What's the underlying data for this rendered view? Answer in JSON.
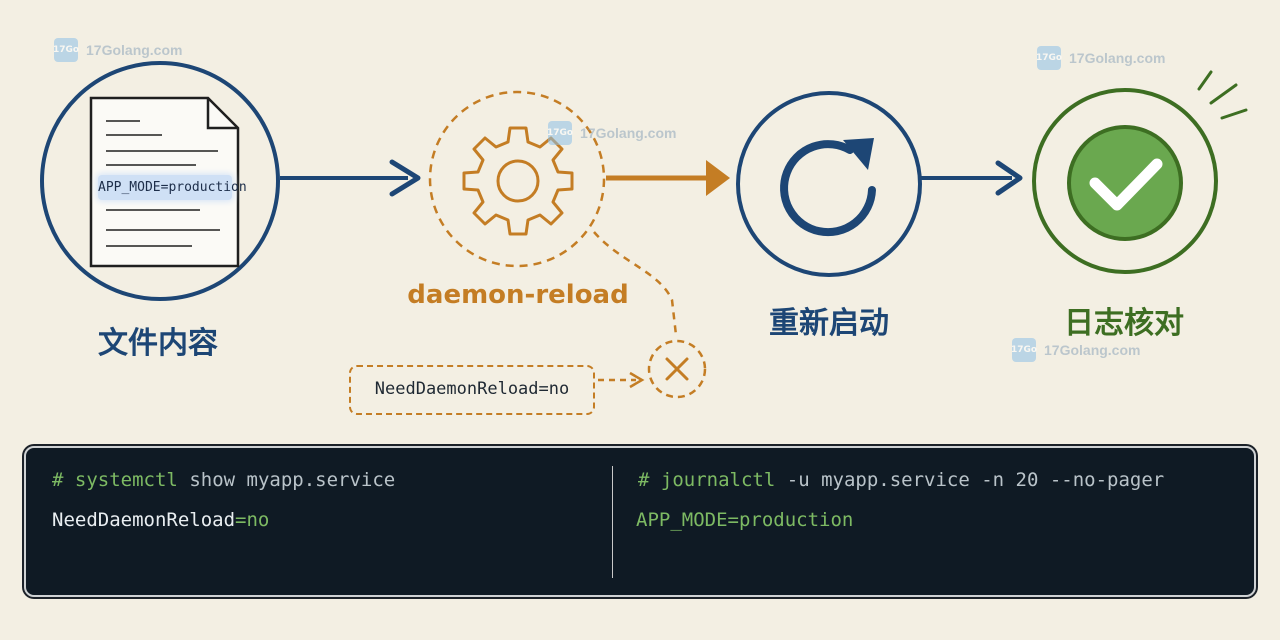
{
  "stages": {
    "file": {
      "label": "文件内容",
      "chip": "APP_MODE=production"
    },
    "reload": {
      "label": "daemon-reload"
    },
    "restart": {
      "label": "重新启动"
    },
    "verify": {
      "label": "日志核对"
    }
  },
  "dead_end": {
    "box_text": "NeedDaemonReload=no"
  },
  "terminal": {
    "left": {
      "cmd_hash": "#",
      "cmd_name": "systemctl",
      "cmd_args": "show myapp.service",
      "out_key": "NeedDaemonReload",
      "out_val": "=no"
    },
    "right": {
      "cmd_hash": "#",
      "cmd_name": "journalctl",
      "cmd_args": "-u myapp.service -n 20 --no-pager",
      "out": "APP_MODE=production"
    }
  },
  "watermark": {
    "text": "17Golang.com",
    "badge": "17Go"
  },
  "colors": {
    "navy": "#1d4675",
    "orange": "#c47d24",
    "green": "#3d6e22",
    "check_fill": "#6aa84f",
    "background": "#f3efe3",
    "terminal_bg": "#0f1a24"
  },
  "icons": [
    "document-icon",
    "gear-icon",
    "refresh-icon",
    "checkmark-icon",
    "x-icon"
  ]
}
